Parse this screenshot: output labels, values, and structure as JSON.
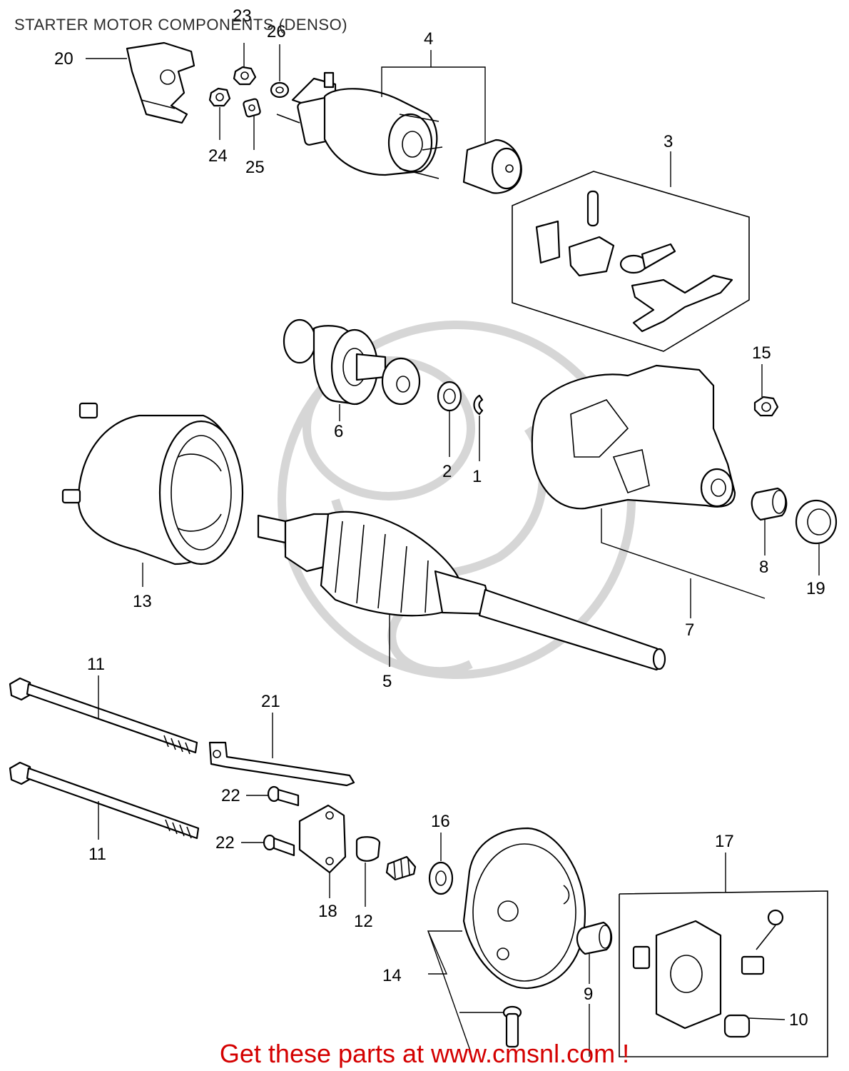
{
  "title": "STARTER MOTOR COMPONENTS (DENSO)",
  "footer": {
    "text": "Get these parts at www.cmsnl.com !"
  },
  "callouts": [
    {
      "id": "c1",
      "label": "1"
    },
    {
      "id": "c2",
      "label": "2"
    },
    {
      "id": "c3",
      "label": "3"
    },
    {
      "id": "c4",
      "label": "4"
    },
    {
      "id": "c5",
      "label": "5"
    },
    {
      "id": "c6",
      "label": "6"
    },
    {
      "id": "c7",
      "label": "7"
    },
    {
      "id": "c8",
      "label": "8"
    },
    {
      "id": "c9",
      "label": "9"
    },
    {
      "id": "c10",
      "label": "10"
    },
    {
      "id": "c11a",
      "label": "11"
    },
    {
      "id": "c11b",
      "label": "11"
    },
    {
      "id": "c12",
      "label": "12"
    },
    {
      "id": "c13",
      "label": "13"
    },
    {
      "id": "c14",
      "label": "14"
    },
    {
      "id": "c15",
      "label": "15"
    },
    {
      "id": "c16",
      "label": "16"
    },
    {
      "id": "c17",
      "label": "17"
    },
    {
      "id": "c18",
      "label": "18"
    },
    {
      "id": "c19",
      "label": "19"
    },
    {
      "id": "c20",
      "label": "20"
    },
    {
      "id": "c21",
      "label": "21"
    },
    {
      "id": "c22a",
      "label": "22"
    },
    {
      "id": "c22b",
      "label": "22"
    },
    {
      "id": "c23",
      "label": "23"
    },
    {
      "id": "c24",
      "label": "24"
    },
    {
      "id": "c25",
      "label": "25"
    },
    {
      "id": "c26",
      "label": "26"
    }
  ]
}
